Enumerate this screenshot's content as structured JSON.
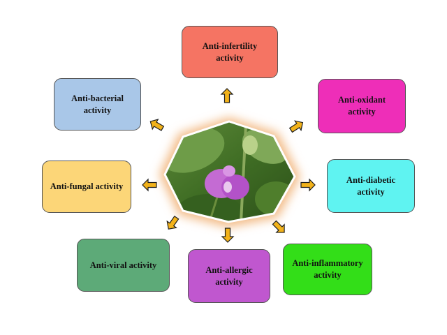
{
  "center": {
    "image": "flowering-plant-photo",
    "shape": "heptagon"
  },
  "colors": {
    "arrow_fill": "#f2b21a",
    "arrow_stroke": "#1e1e1e",
    "center_glow": "#f3bc88",
    "center_border": "#ffffff"
  },
  "boxes": {
    "infertility": {
      "text": "Anti-infertility\nactivity",
      "color": "#f57463"
    },
    "antioxidant": {
      "text": "Anti-oxidant\nactivity",
      "color": "#ee2eb8"
    },
    "bacterial": {
      "text": "Anti-bacterial\nactivity",
      "color": "#a9c7e8"
    },
    "diabetic": {
      "text": "Anti-diabetic\nactivity",
      "color": "#5ff3f1"
    },
    "fungal": {
      "text": "Anti-fungal activity",
      "color": "#fcd678"
    },
    "viral": {
      "text": "Anti-viral activity",
      "color": "#5daa78"
    },
    "allergic": {
      "text": "Anti-allergic\nactivity",
      "color": "#c057cf"
    },
    "inflammatory": {
      "text": "Anti-inflammatory\nactivity",
      "color": "#33de18"
    }
  }
}
